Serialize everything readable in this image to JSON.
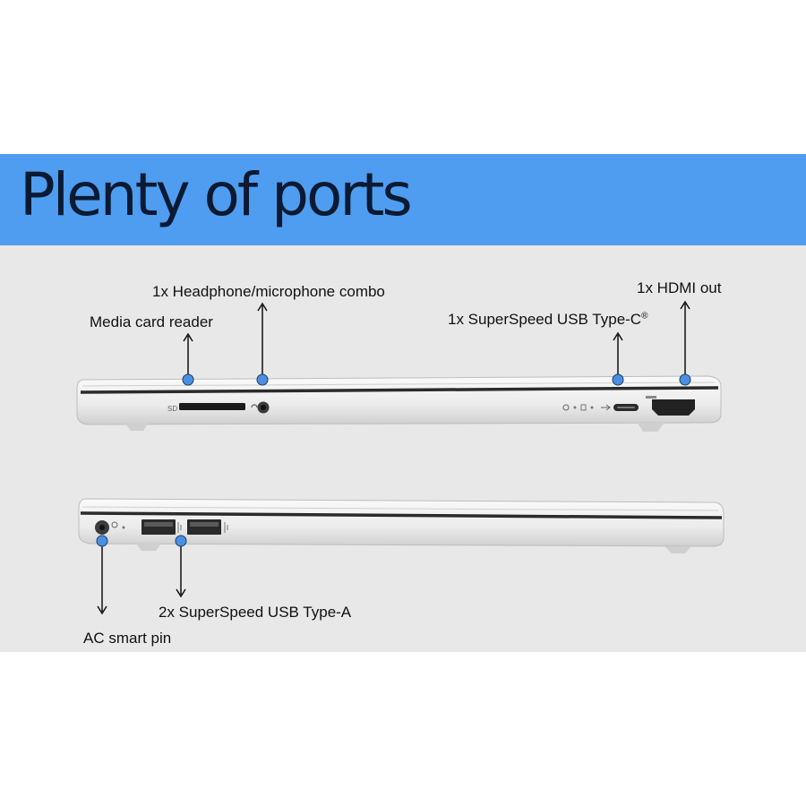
{
  "title": "Plenty of ports",
  "labels": {
    "headphone": "1x Headphone/microphone combo",
    "card_reader": "Media card reader",
    "hdmi": "1x HDMI out",
    "usb_c": "1x SuperSpeed USB Type-C",
    "usb_c_mark": "®",
    "usb_a": "2x SuperSpeed USB Type-A",
    "ac_pin": "AC smart pin"
  },
  "port_marks": {
    "sd": "SD"
  },
  "colors": {
    "banner": "#4f9df0",
    "title_text": "#0b1a33",
    "panel_background": "#e8e8e8",
    "callout_dot": "#4a90e2",
    "laptop_silver": "#e6e6e6"
  }
}
